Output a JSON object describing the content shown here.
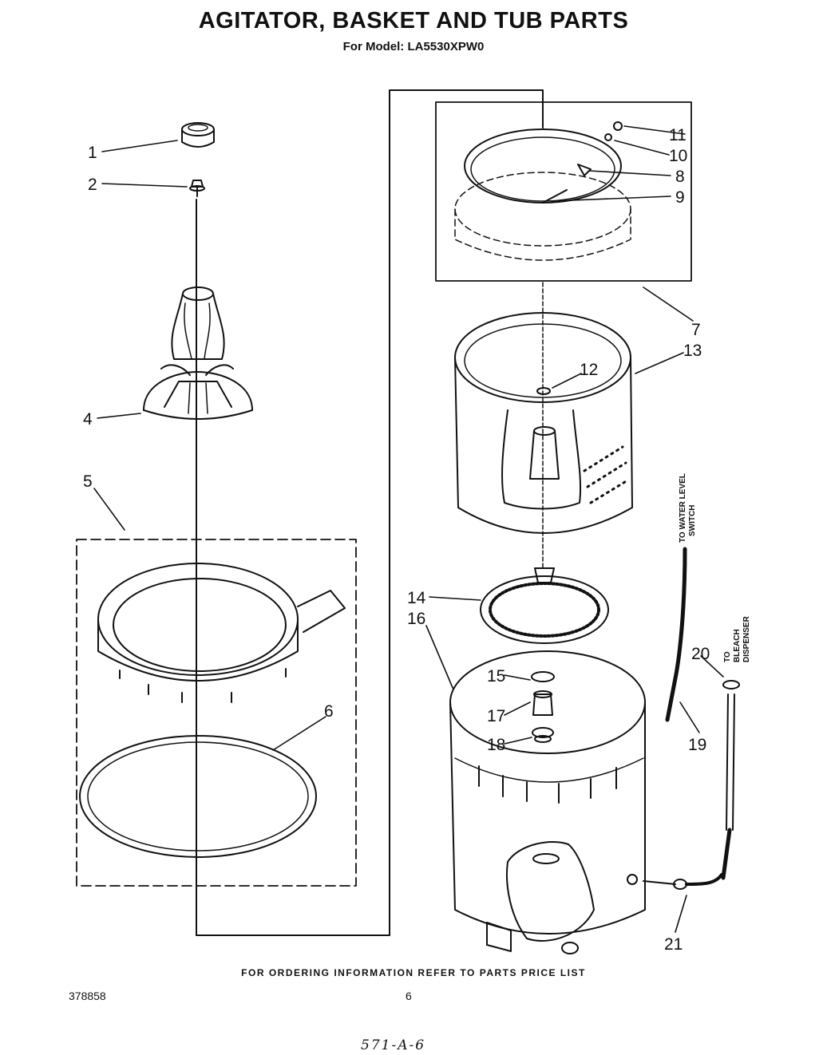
{
  "header": {
    "title": "AGITATOR, BASKET AND TUB PARTS",
    "subtitle": "For Model: LA5530XPW0"
  },
  "callouts": [
    "1",
    "2",
    "4",
    "5",
    "6",
    "7",
    "8",
    "9",
    "10",
    "11",
    "12",
    "13",
    "14",
    "15",
    "16",
    "17",
    "18",
    "19",
    "20",
    "21"
  ],
  "annotations": {
    "water_level_1": "TO WATER LEVEL",
    "water_level_2": "SWITCH",
    "bleach_1": "TO",
    "bleach_2": "BLEACH",
    "bleach_3": "DISPENSER"
  },
  "footer": {
    "note": "FOR ORDERING INFORMATION REFER TO PARTS PRICE LIST",
    "doc_number": "378858",
    "page_number": "6",
    "handwritten": "571-A-6"
  }
}
